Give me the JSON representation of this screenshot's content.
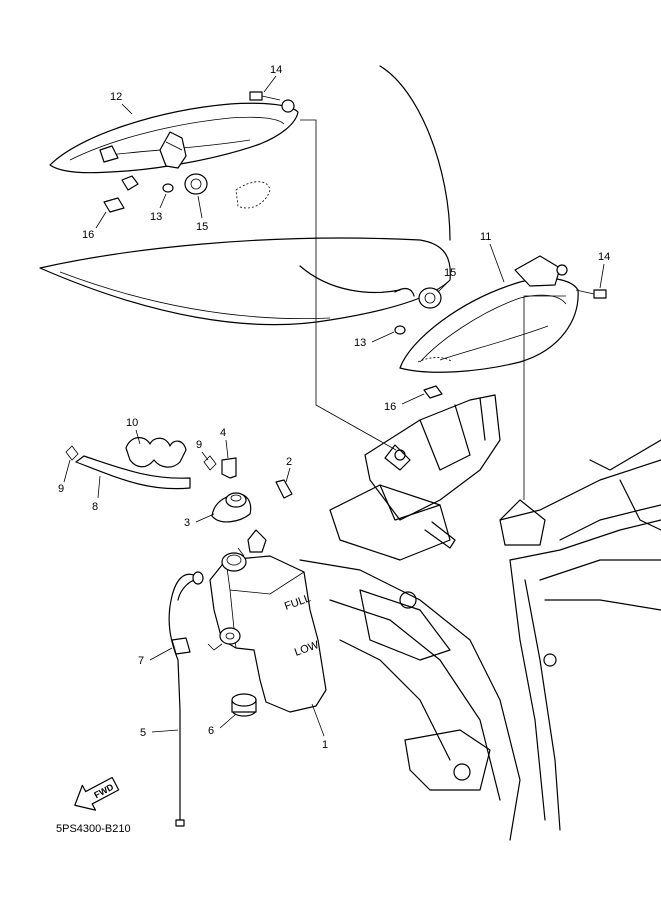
{
  "callouts": {
    "c1": "1",
    "c2": "2",
    "c3": "3",
    "c4": "4",
    "c5": "5",
    "c6": "6",
    "c7": "7",
    "c8": "8",
    "c9a": "9",
    "c9b": "9",
    "c10": "10",
    "c11": "11",
    "c12": "12",
    "c13a": "13",
    "c13b": "13",
    "c14a": "14",
    "c14b": "14",
    "c15a": "15",
    "c15b": "15",
    "c16a": "16",
    "c16b": "16"
  },
  "tank_labels": {
    "full": "FULL",
    "low": "LOW"
  },
  "fwd_label": "FWD",
  "diagram_code": "5PS4300-B210"
}
